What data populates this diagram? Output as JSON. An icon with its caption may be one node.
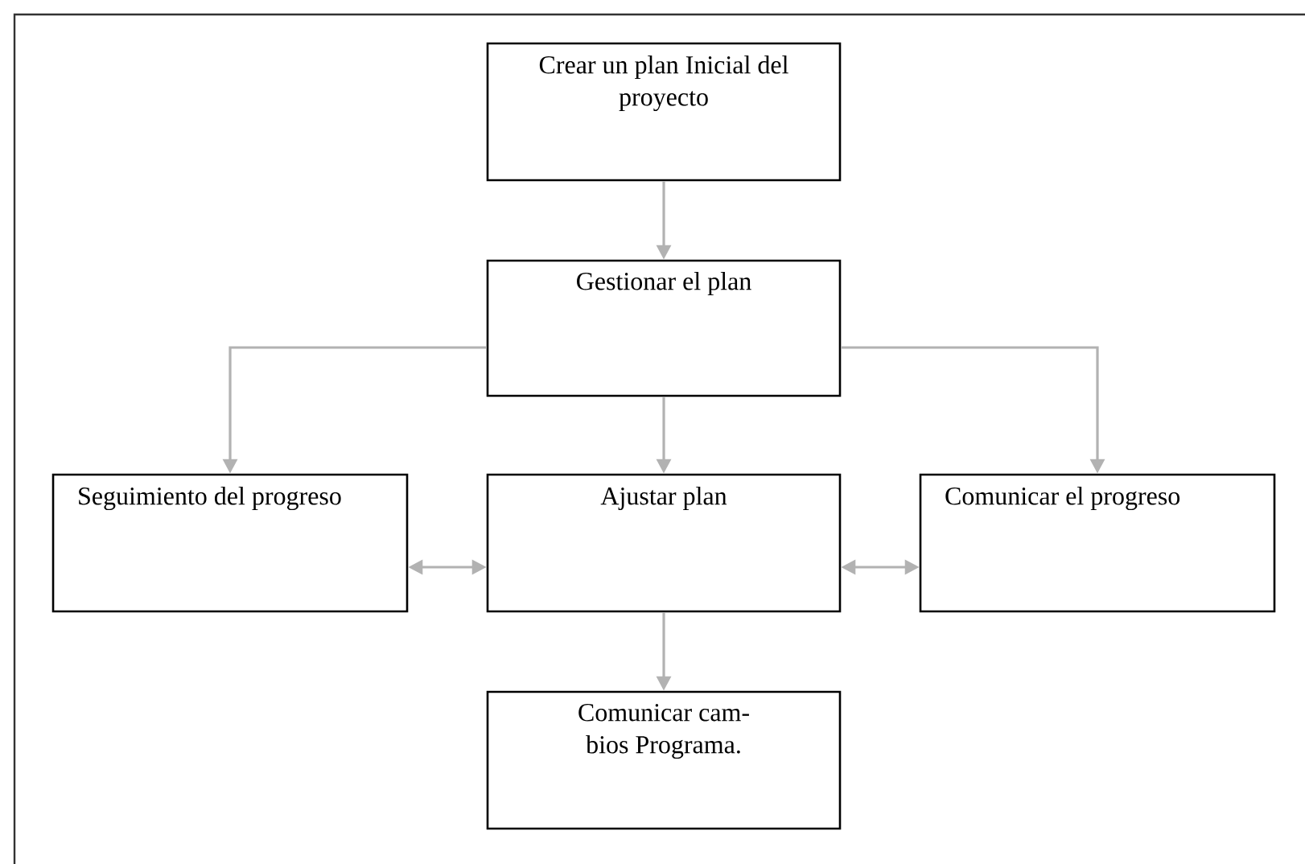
{
  "diagram": {
    "nodes": [
      {
        "text": [
          "Crear un plan Inicial del proyecto"
        ]
      },
      {
        "text": [
          "Gestionar el plan"
        ]
      },
      {
        "text": [
          "Seguimiento del progreso"
        ]
      },
      {
        "text": [
          "Ajustar plan"
        ]
      },
      {
        "text": [
          "Comunicar el progreso"
        ]
      },
      {
        "text": [
          "Comunicar cam- bios Programa."
        ]
      }
    ],
    "edges": [
      {
        "from": 0,
        "to": 1,
        "arrow": "to"
      },
      {
        "from": 1,
        "to": 2,
        "arrow": "to"
      },
      {
        "from": 1,
        "to": 3,
        "arrow": "to"
      },
      {
        "from": 1,
        "to": 4,
        "arrow": "to"
      },
      {
        "from": 2,
        "to": 3,
        "arrow": "both"
      },
      {
        "from": 3,
        "to": 4,
        "arrow": "both"
      },
      {
        "from": 3,
        "to": 5,
        "arrow": "to"
      }
    ]
  }
}
